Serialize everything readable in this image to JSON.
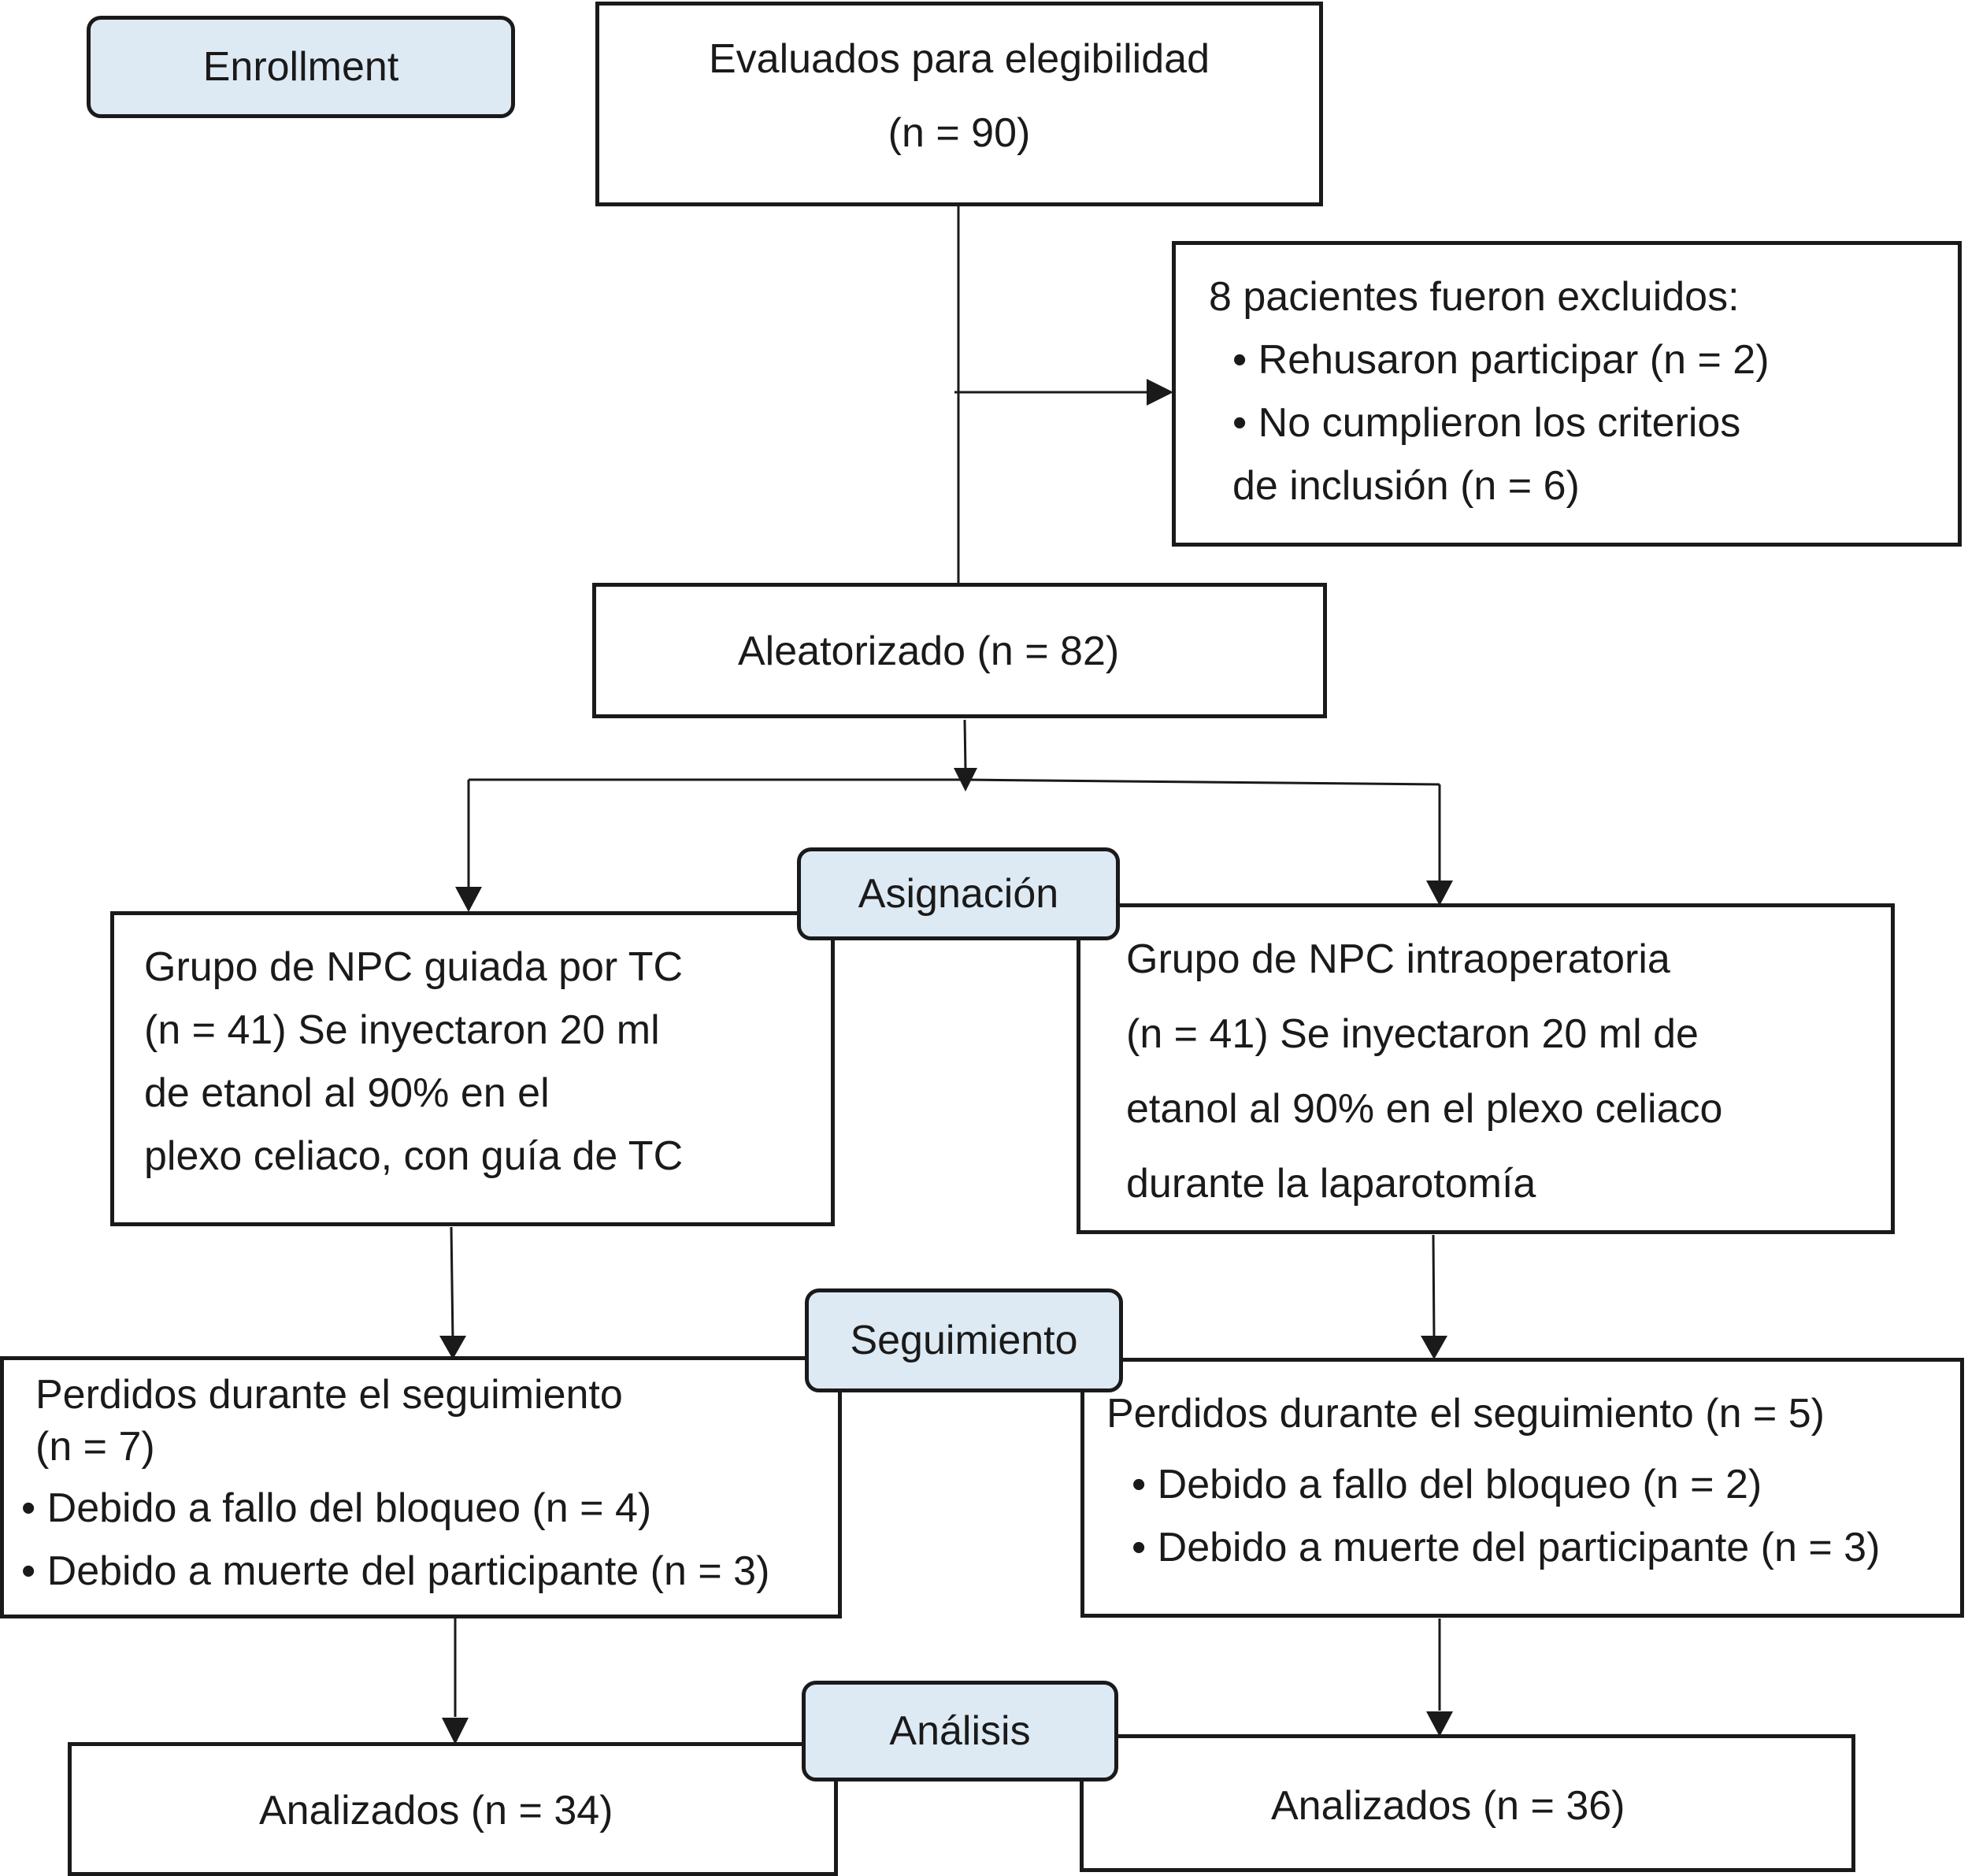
{
  "stages": {
    "enrollment": "Enrollment",
    "allocation": "Asignación",
    "follow_up": "Seguimiento",
    "analysis": "Análisis"
  },
  "assessed": {
    "title": "Evaluados para elegibilidad",
    "count": "(n = 90)"
  },
  "excluded": {
    "title": "8 pacientes fueron excluidos:",
    "refused": "• Rehusaron participar (n = 2)",
    "criteria_line1": "• No cumplieron los criterios",
    "criteria_line2": "de inclusión (n = 6)"
  },
  "randomized": {
    "text": "Aleatorizado (n = 82)"
  },
  "group_ct": {
    "lines": [
      "Grupo de NPC guiada por TC",
      "(n = 41) Se inyectaron 20 ml",
      "de etanol al 90% en el",
      "plexo celiaco, con guía de TC"
    ]
  },
  "group_intraop": {
    "lines": [
      "Grupo de NPC intraoperatoria",
      "(n = 41) Se inyectaron 20 ml de",
      "etanol al 90% en el plexo celiaco",
      "durante la laparotomía"
    ]
  },
  "lost_ct": {
    "lines": [
      "Perdidos durante el seguimiento",
      "(n = 7)",
      "• Debido a fallo del bloqueo (n = 4)",
      "• Debido a muerte del participante (n = 3)"
    ]
  },
  "lost_intraop": {
    "lines": [
      "Perdidos durante el seguimiento (n = 5)",
      "• Debido a fallo del bloqueo (n = 2)",
      "• Debido a muerte del participante (n = 3)"
    ]
  },
  "analyzed_ct": {
    "text": "Analizados (n = 34)"
  },
  "analyzed_intraop": {
    "text": "Analizados (n = 36)"
  }
}
